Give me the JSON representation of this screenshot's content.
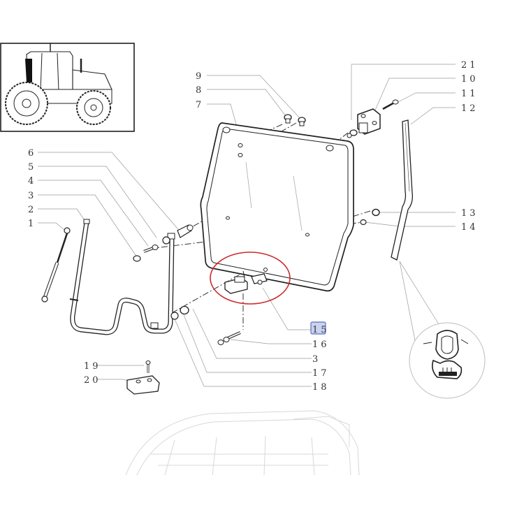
{
  "callouts": [
    {
      "id": "c21",
      "text": "21"
    },
    {
      "id": "c10",
      "text": "10"
    },
    {
      "id": "c11",
      "text": "11"
    },
    {
      "id": "c12",
      "text": "12"
    },
    {
      "id": "c9",
      "text": "9"
    },
    {
      "id": "c8",
      "text": "8"
    },
    {
      "id": "c7",
      "text": "7"
    },
    {
      "id": "c6",
      "text": "6"
    },
    {
      "id": "c5",
      "text": "5"
    },
    {
      "id": "c4",
      "text": "4"
    },
    {
      "id": "c3a",
      "text": "3"
    },
    {
      "id": "c2",
      "text": "2"
    },
    {
      "id": "c1",
      "text": "1"
    },
    {
      "id": "c13",
      "text": "13"
    },
    {
      "id": "c14",
      "text": "14"
    },
    {
      "id": "c15",
      "text": "15"
    },
    {
      "id": "c16",
      "text": "16"
    },
    {
      "id": "c3b",
      "text": "3"
    },
    {
      "id": "c17",
      "text": "17"
    },
    {
      "id": "c18",
      "text": "18"
    },
    {
      "id": "c19",
      "text": "19"
    },
    {
      "id": "c20",
      "text": "20"
    }
  ],
  "colors": {
    "highlight_ellipse": "#cc2a2a",
    "selected_box_fill": "#c9d2ee",
    "selected_box_stroke": "#5a6fc4",
    "line": "#222222"
  },
  "selected_callout": "c15",
  "icons": [
    "tractor-thumbnail-icon",
    "seal-profile-detail-icon"
  ]
}
